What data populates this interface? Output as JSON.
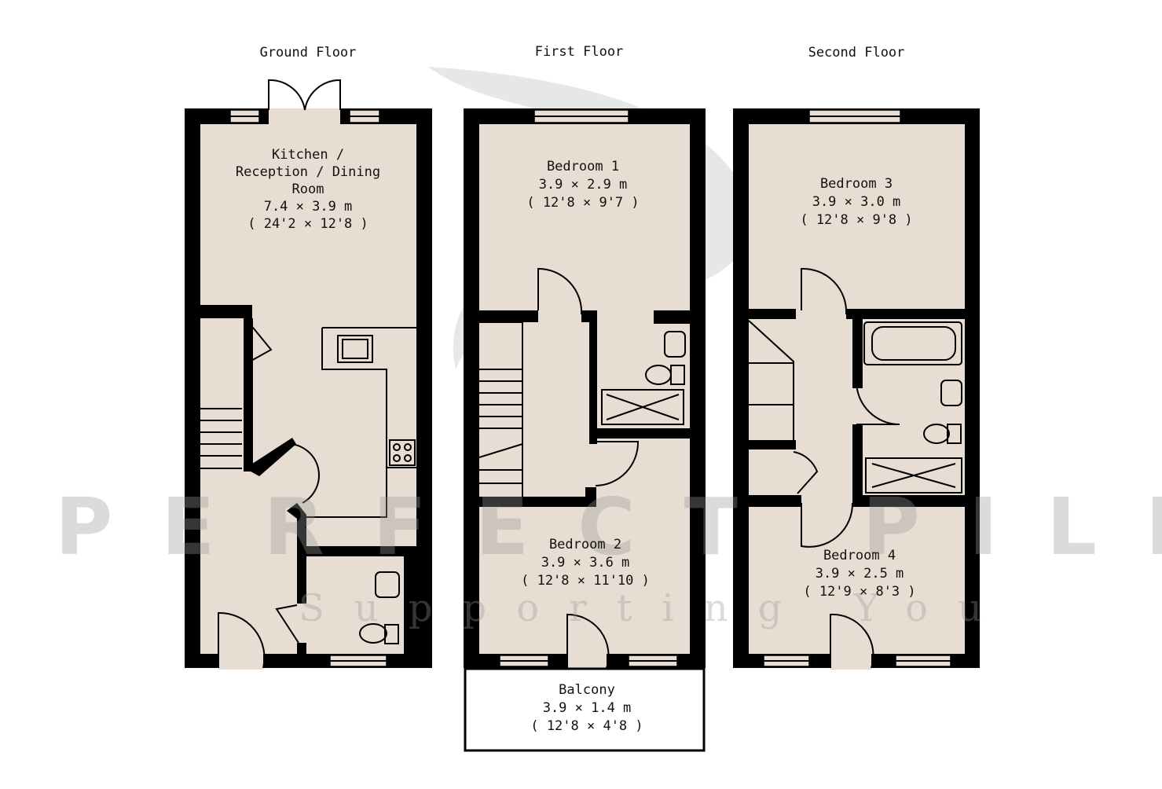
{
  "floors": [
    {
      "title": "Ground Floor",
      "rooms": [
        {
          "name_lines": [
            "Kitchen /",
            "Reception / Dining",
            "Room"
          ],
          "metric": "7.4 × 3.9 m",
          "imperial": "( 24'2 × 12'8 )"
        }
      ]
    },
    {
      "title": "First Floor",
      "rooms": [
        {
          "name_lines": [
            "Bedroom 1"
          ],
          "metric": "3.9 × 2.9 m",
          "imperial": "( 12'8 × 9'7 )"
        },
        {
          "name_lines": [
            "Bedroom 2"
          ],
          "metric": "3.9 × 3.6 m",
          "imperial": "( 12'8 × 11'10 )"
        },
        {
          "name_lines": [
            "Balcony"
          ],
          "metric": "3.9 × 1.4 m",
          "imperial": "( 12'8 × 4'8 )"
        }
      ]
    },
    {
      "title": "Second Floor",
      "rooms": [
        {
          "name_lines": [
            "Bedroom 3"
          ],
          "metric": "3.9 × 3.0 m",
          "imperial": "( 12'8 × 9'8 )"
        },
        {
          "name_lines": [
            "Bedroom 4"
          ],
          "metric": "3.9 × 2.5 m",
          "imperial": "( 12'9 × 8'3 )"
        }
      ]
    }
  ],
  "watermark": {
    "brand": "PERFECT PILLARS",
    "tagline": "Supporting You"
  },
  "colors": {
    "floor": "#e8ddd2",
    "wall": "#000000"
  }
}
